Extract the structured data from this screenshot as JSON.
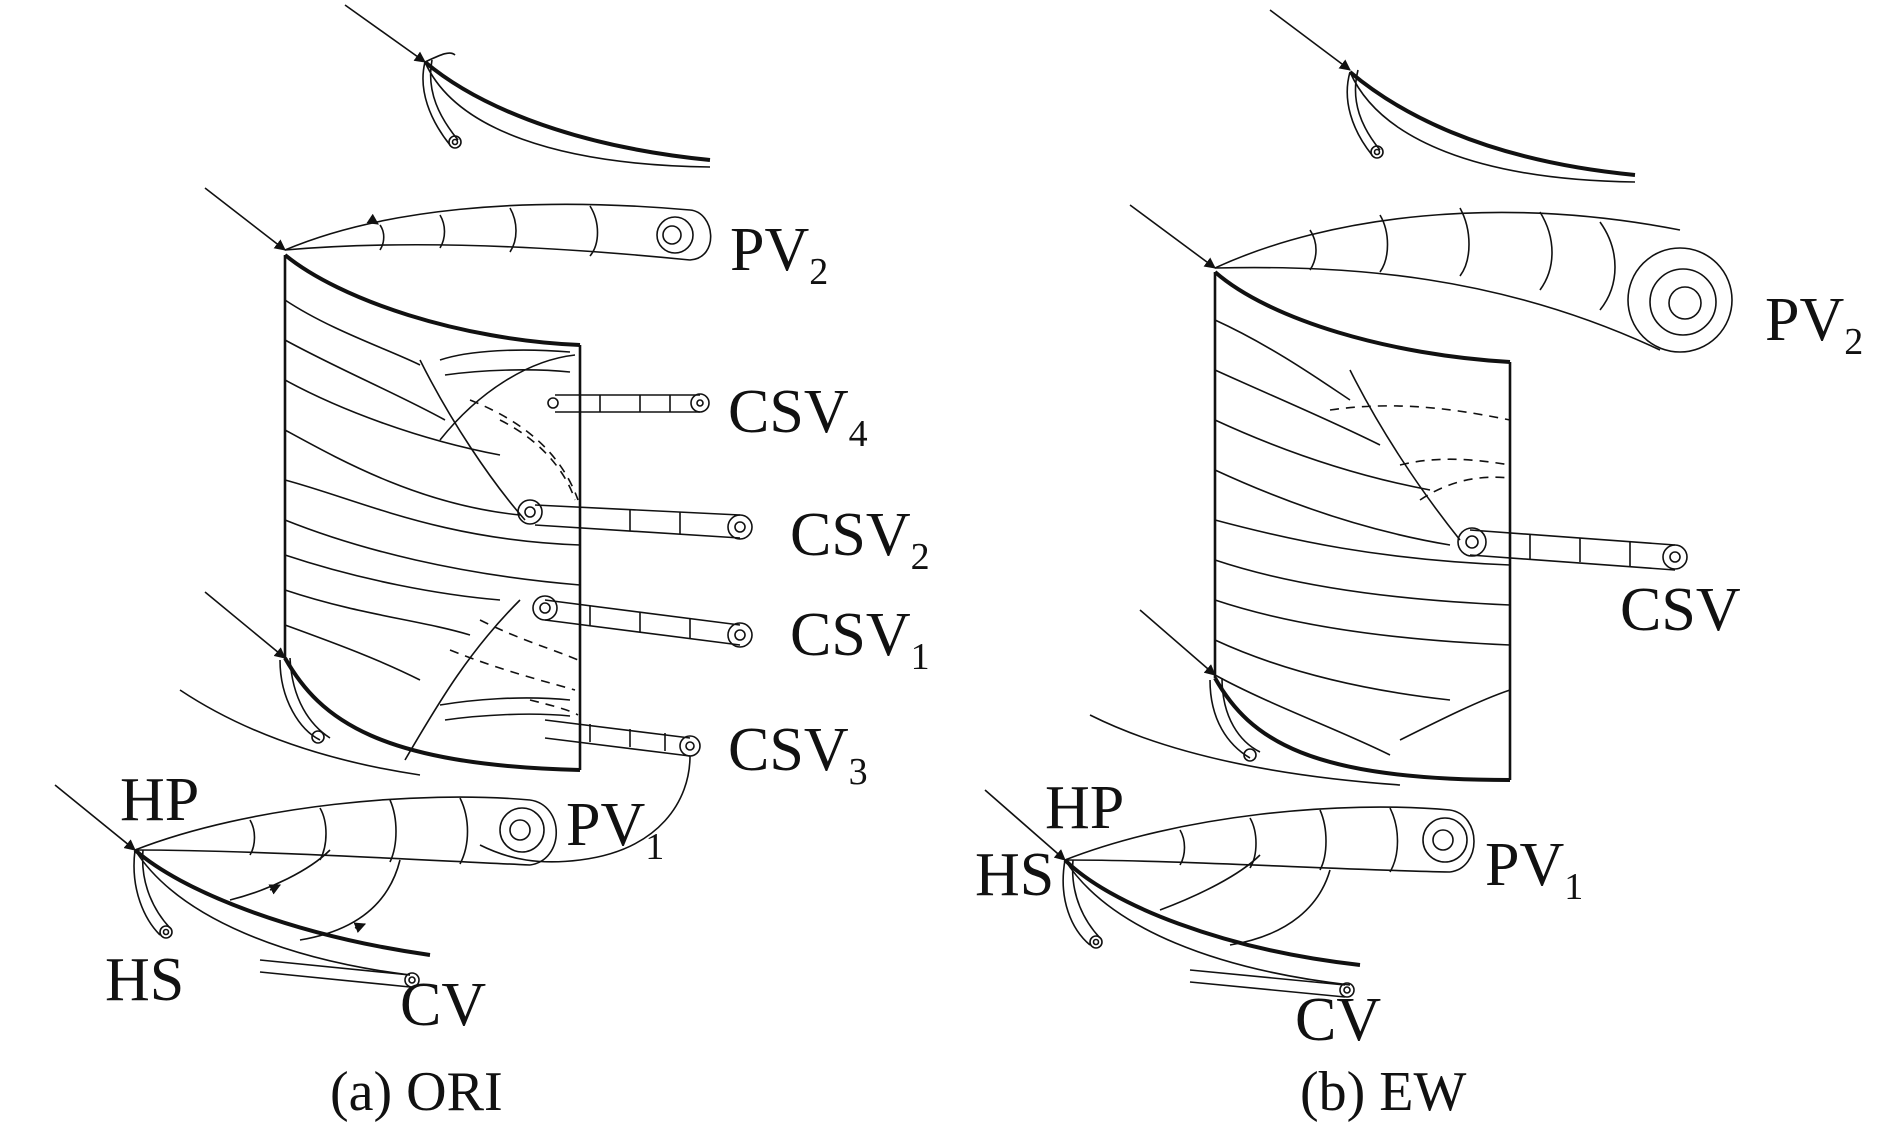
{
  "panels": [
    {
      "caption": "(a) ORI",
      "labels": {
        "pv2": {
          "main": "PV",
          "sub": "2"
        },
        "csv4": {
          "main": "CSV",
          "sub": "4"
        },
        "csv2": {
          "main": "CSV",
          "sub": "2"
        },
        "csv1": {
          "main": "CSV",
          "sub": "1"
        },
        "csv3": {
          "main": "CSV",
          "sub": "3"
        },
        "pv1": {
          "main": "PV",
          "sub": "1"
        },
        "hp": "HP",
        "hs": "HS",
        "cv": "CV"
      }
    },
    {
      "caption": "(b) EW",
      "labels": {
        "pv2": {
          "main": "PV",
          "sub": "2"
        },
        "csv": "CSV",
        "pv1": {
          "main": "PV",
          "sub": "1"
        },
        "hp": "HP",
        "hs": "HS",
        "cv": "CV"
      }
    }
  ]
}
